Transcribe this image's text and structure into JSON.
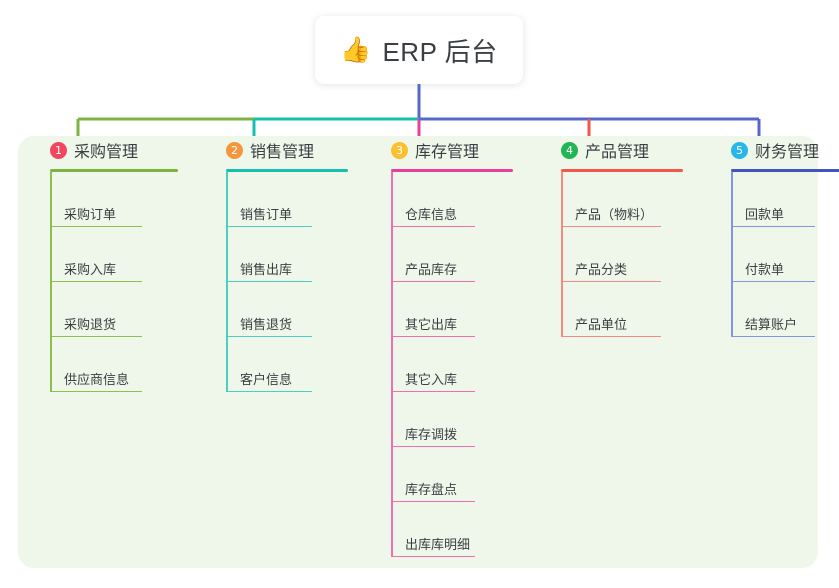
{
  "root": {
    "icon": "thumbs-up-icon",
    "icon_glyph": "👍",
    "title": "ERP 后台"
  },
  "theme": {
    "page_background": "#ffffff",
    "panel_background": "#eef7e9",
    "text_color": "#3b3f44",
    "card_background": "#ffffff"
  },
  "connector_colors": {
    "segment_green": "#7cb342",
    "segment_teal": "#16c0b0",
    "segment_blue": "#5566cc",
    "stem": "#5566cc",
    "drop_1": "#7cb342",
    "drop_2": "#16c0b0",
    "drop_3": "#e8409a",
    "drop_4": "#f4564a",
    "drop_5": "#5566cc"
  },
  "columns": [
    {
      "number": "1",
      "title": "采购管理",
      "badge_color": "#f2465f",
      "rule_color": "#7cb342",
      "line_color": "#8cc152",
      "items": [
        {
          "label": "采购订单"
        },
        {
          "label": "采购入库"
        },
        {
          "label": "采购退货"
        },
        {
          "label": "供应商信息"
        }
      ]
    },
    {
      "number": "2",
      "title": "销售管理",
      "badge_color": "#f5963c",
      "rule_color": "#16c0b0",
      "line_color": "#4ecfc4",
      "items": [
        {
          "label": "销售订单"
        },
        {
          "label": "销售出库"
        },
        {
          "label": "销售退货"
        },
        {
          "label": "客户信息"
        }
      ]
    },
    {
      "number": "3",
      "title": "库存管理",
      "badge_color": "#fbc02d",
      "rule_color": "#e8409a",
      "line_color": "#ef6fb0",
      "items": [
        {
          "label": "仓库信息"
        },
        {
          "label": "产品库存"
        },
        {
          "label": "其它出库"
        },
        {
          "label": "其它入库"
        },
        {
          "label": "库存调拨"
        },
        {
          "label": "库存盘点"
        },
        {
          "label": "出库库明细"
        }
      ]
    },
    {
      "number": "4",
      "title": "产品管理",
      "badge_color": "#22b455",
      "rule_color": "#f4564a",
      "line_color": "#f58b80",
      "items": [
        {
          "label": "产品（物料）"
        },
        {
          "label": "产品分类"
        },
        {
          "label": "产品单位"
        }
      ]
    },
    {
      "number": "5",
      "title": "财务管理",
      "badge_color": "#29b6e8",
      "rule_color": "#4055c0",
      "line_color": "#8296e0",
      "items": [
        {
          "label": "回款单"
        },
        {
          "label": "付款单"
        },
        {
          "label": "结算账户"
        }
      ]
    }
  ]
}
